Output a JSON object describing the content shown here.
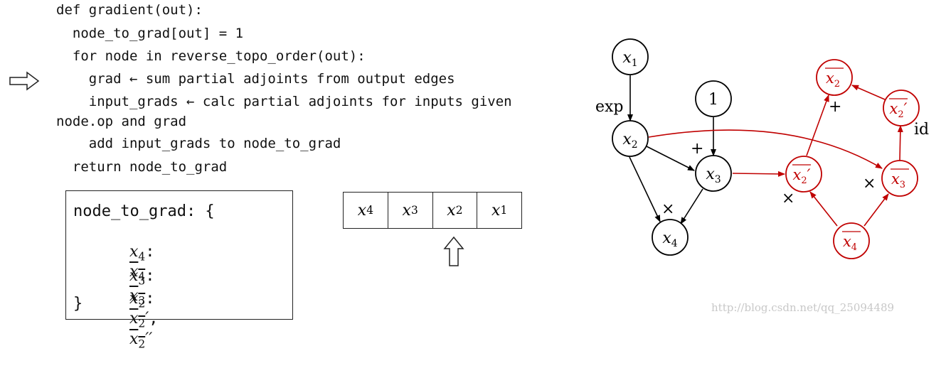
{
  "code": {
    "lines": [
      "def gradient(out):",
      "  node_to_grad[out] = 1",
      "  for node in reverse_topo_order(out):",
      "    grad ← sum partial adjoints from output edges",
      "    input_grads ← calc partial adjoints for inputs given",
      "node.op and grad",
      "    add input_grads to node_to_grad",
      "  return node_to_grad"
    ]
  },
  "dict": {
    "open": "node_to_grad: {",
    "close": "}",
    "entries": [
      {
        "key": "x4",
        "key_base": "x",
        "key_sub": "4",
        "values": [
          "x̄4"
        ]
      },
      {
        "key": "x3",
        "key_base": "x",
        "key_sub": "3",
        "values": [
          "x̄3"
        ]
      },
      {
        "key": "x2",
        "key_base": "x",
        "key_sub": "2",
        "values": [
          "x̄2′",
          "x̄2′′"
        ]
      }
    ]
  },
  "queue": {
    "cells": [
      {
        "base": "x",
        "sub": "4"
      },
      {
        "base": "x",
        "sub": "3"
      },
      {
        "base": "x",
        "sub": "2"
      },
      {
        "base": "x",
        "sub": "1"
      }
    ]
  },
  "graph": {
    "colors": {
      "forward": "#000000",
      "backward": "#c00000"
    },
    "forward_nodes": [
      {
        "id": "x1",
        "label": "x",
        "sub": "1"
      },
      {
        "id": "one",
        "label": "1",
        "sub": ""
      },
      {
        "id": "x2",
        "label": "x",
        "sub": "2"
      },
      {
        "id": "x3",
        "label": "x",
        "sub": "3"
      },
      {
        "id": "x4",
        "label": "x",
        "sub": "4"
      }
    ],
    "backward_nodes": [
      {
        "id": "b_x2",
        "label": "x",
        "sub": "2",
        "prime": ""
      },
      {
        "id": "b_x2pp",
        "label": "x",
        "sub": "2",
        "prime": "′"
      },
      {
        "id": "b_x2p",
        "label": "x",
        "sub": "2",
        "prime": "′"
      },
      {
        "id": "b_x3",
        "label": "x",
        "sub": "3",
        "prime": ""
      },
      {
        "id": "b_x4",
        "label": "x",
        "sub": "4",
        "prime": ""
      }
    ],
    "op_labels": {
      "exp": "exp",
      "plus_fwd": "+",
      "times_fwd": "×",
      "plus_bwd": "+",
      "times_bwd_left": "×",
      "times_bwd_right": "×",
      "id": "id"
    }
  },
  "watermark": "http://blog.csdn.net/qq_25094489"
}
